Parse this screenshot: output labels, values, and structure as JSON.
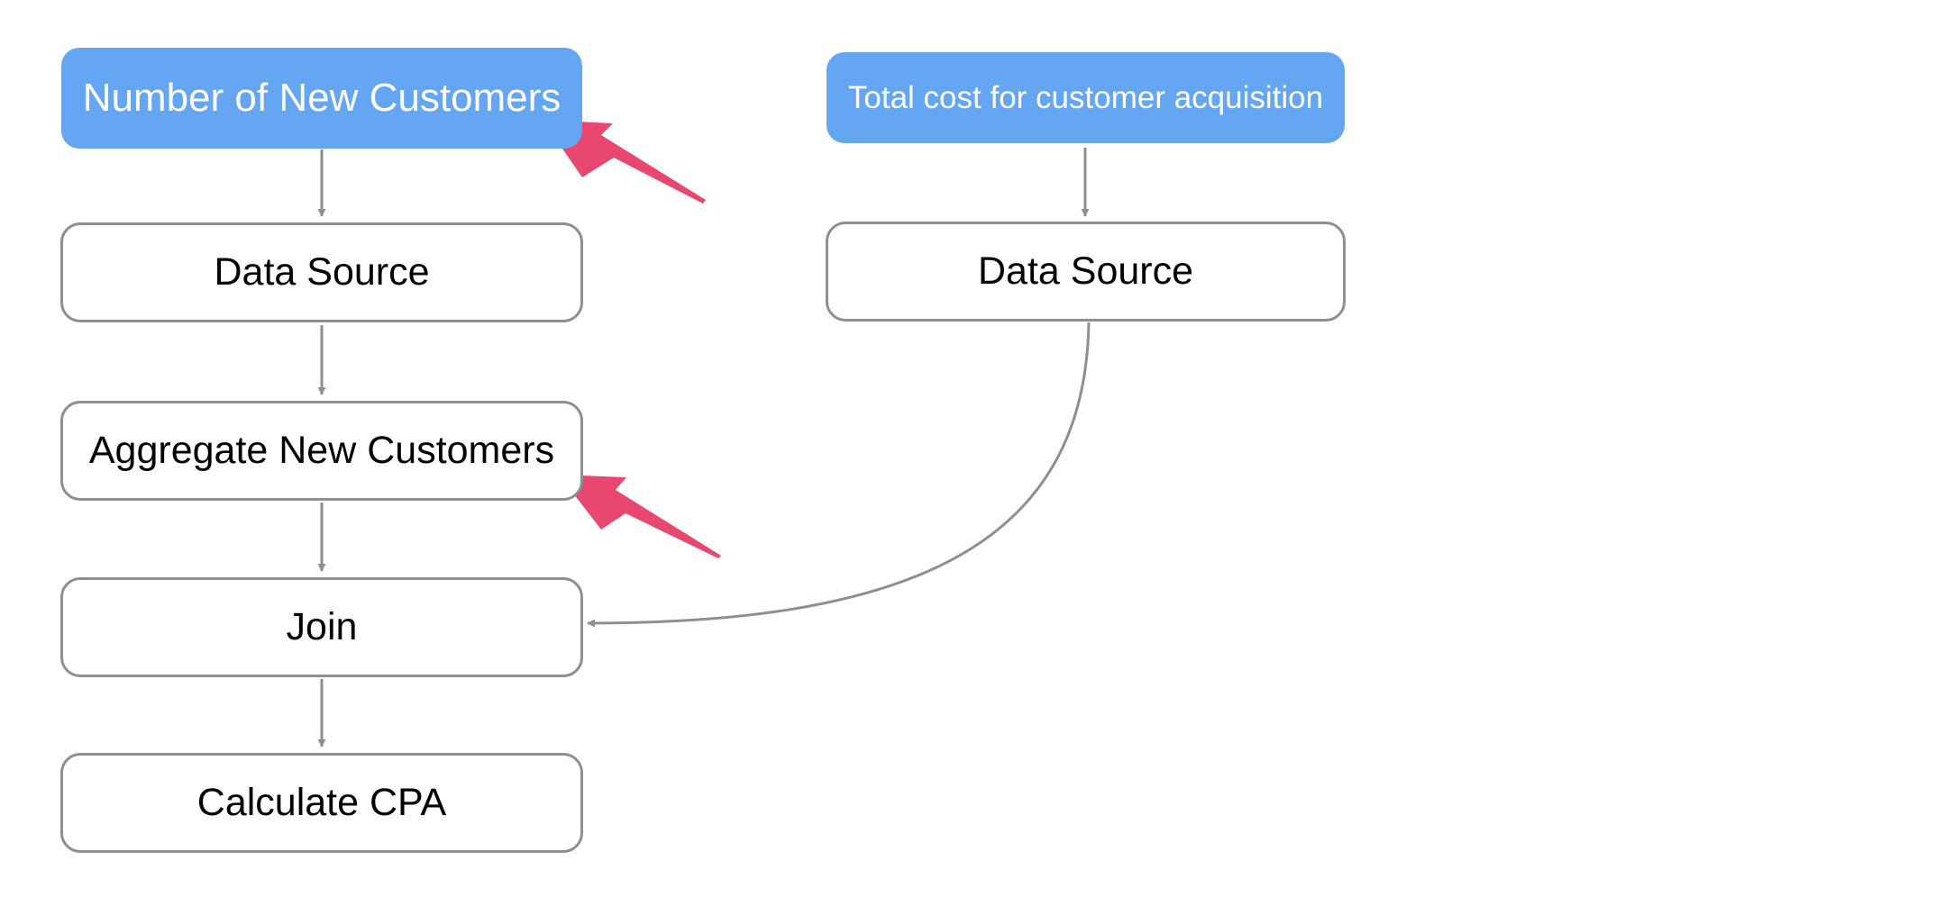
{
  "colors": {
    "accent": "#65a6f3",
    "connector": "#8e8e93",
    "annotation": "#e8476f"
  },
  "flow_left": {
    "header": "Number of New Customers",
    "steps": [
      "Data Source",
      "Aggregate New Customers",
      "Join",
      "Calculate CPA"
    ]
  },
  "flow_right": {
    "header": "Total cost for customer acquisition",
    "steps": [
      "Data Source"
    ]
  }
}
